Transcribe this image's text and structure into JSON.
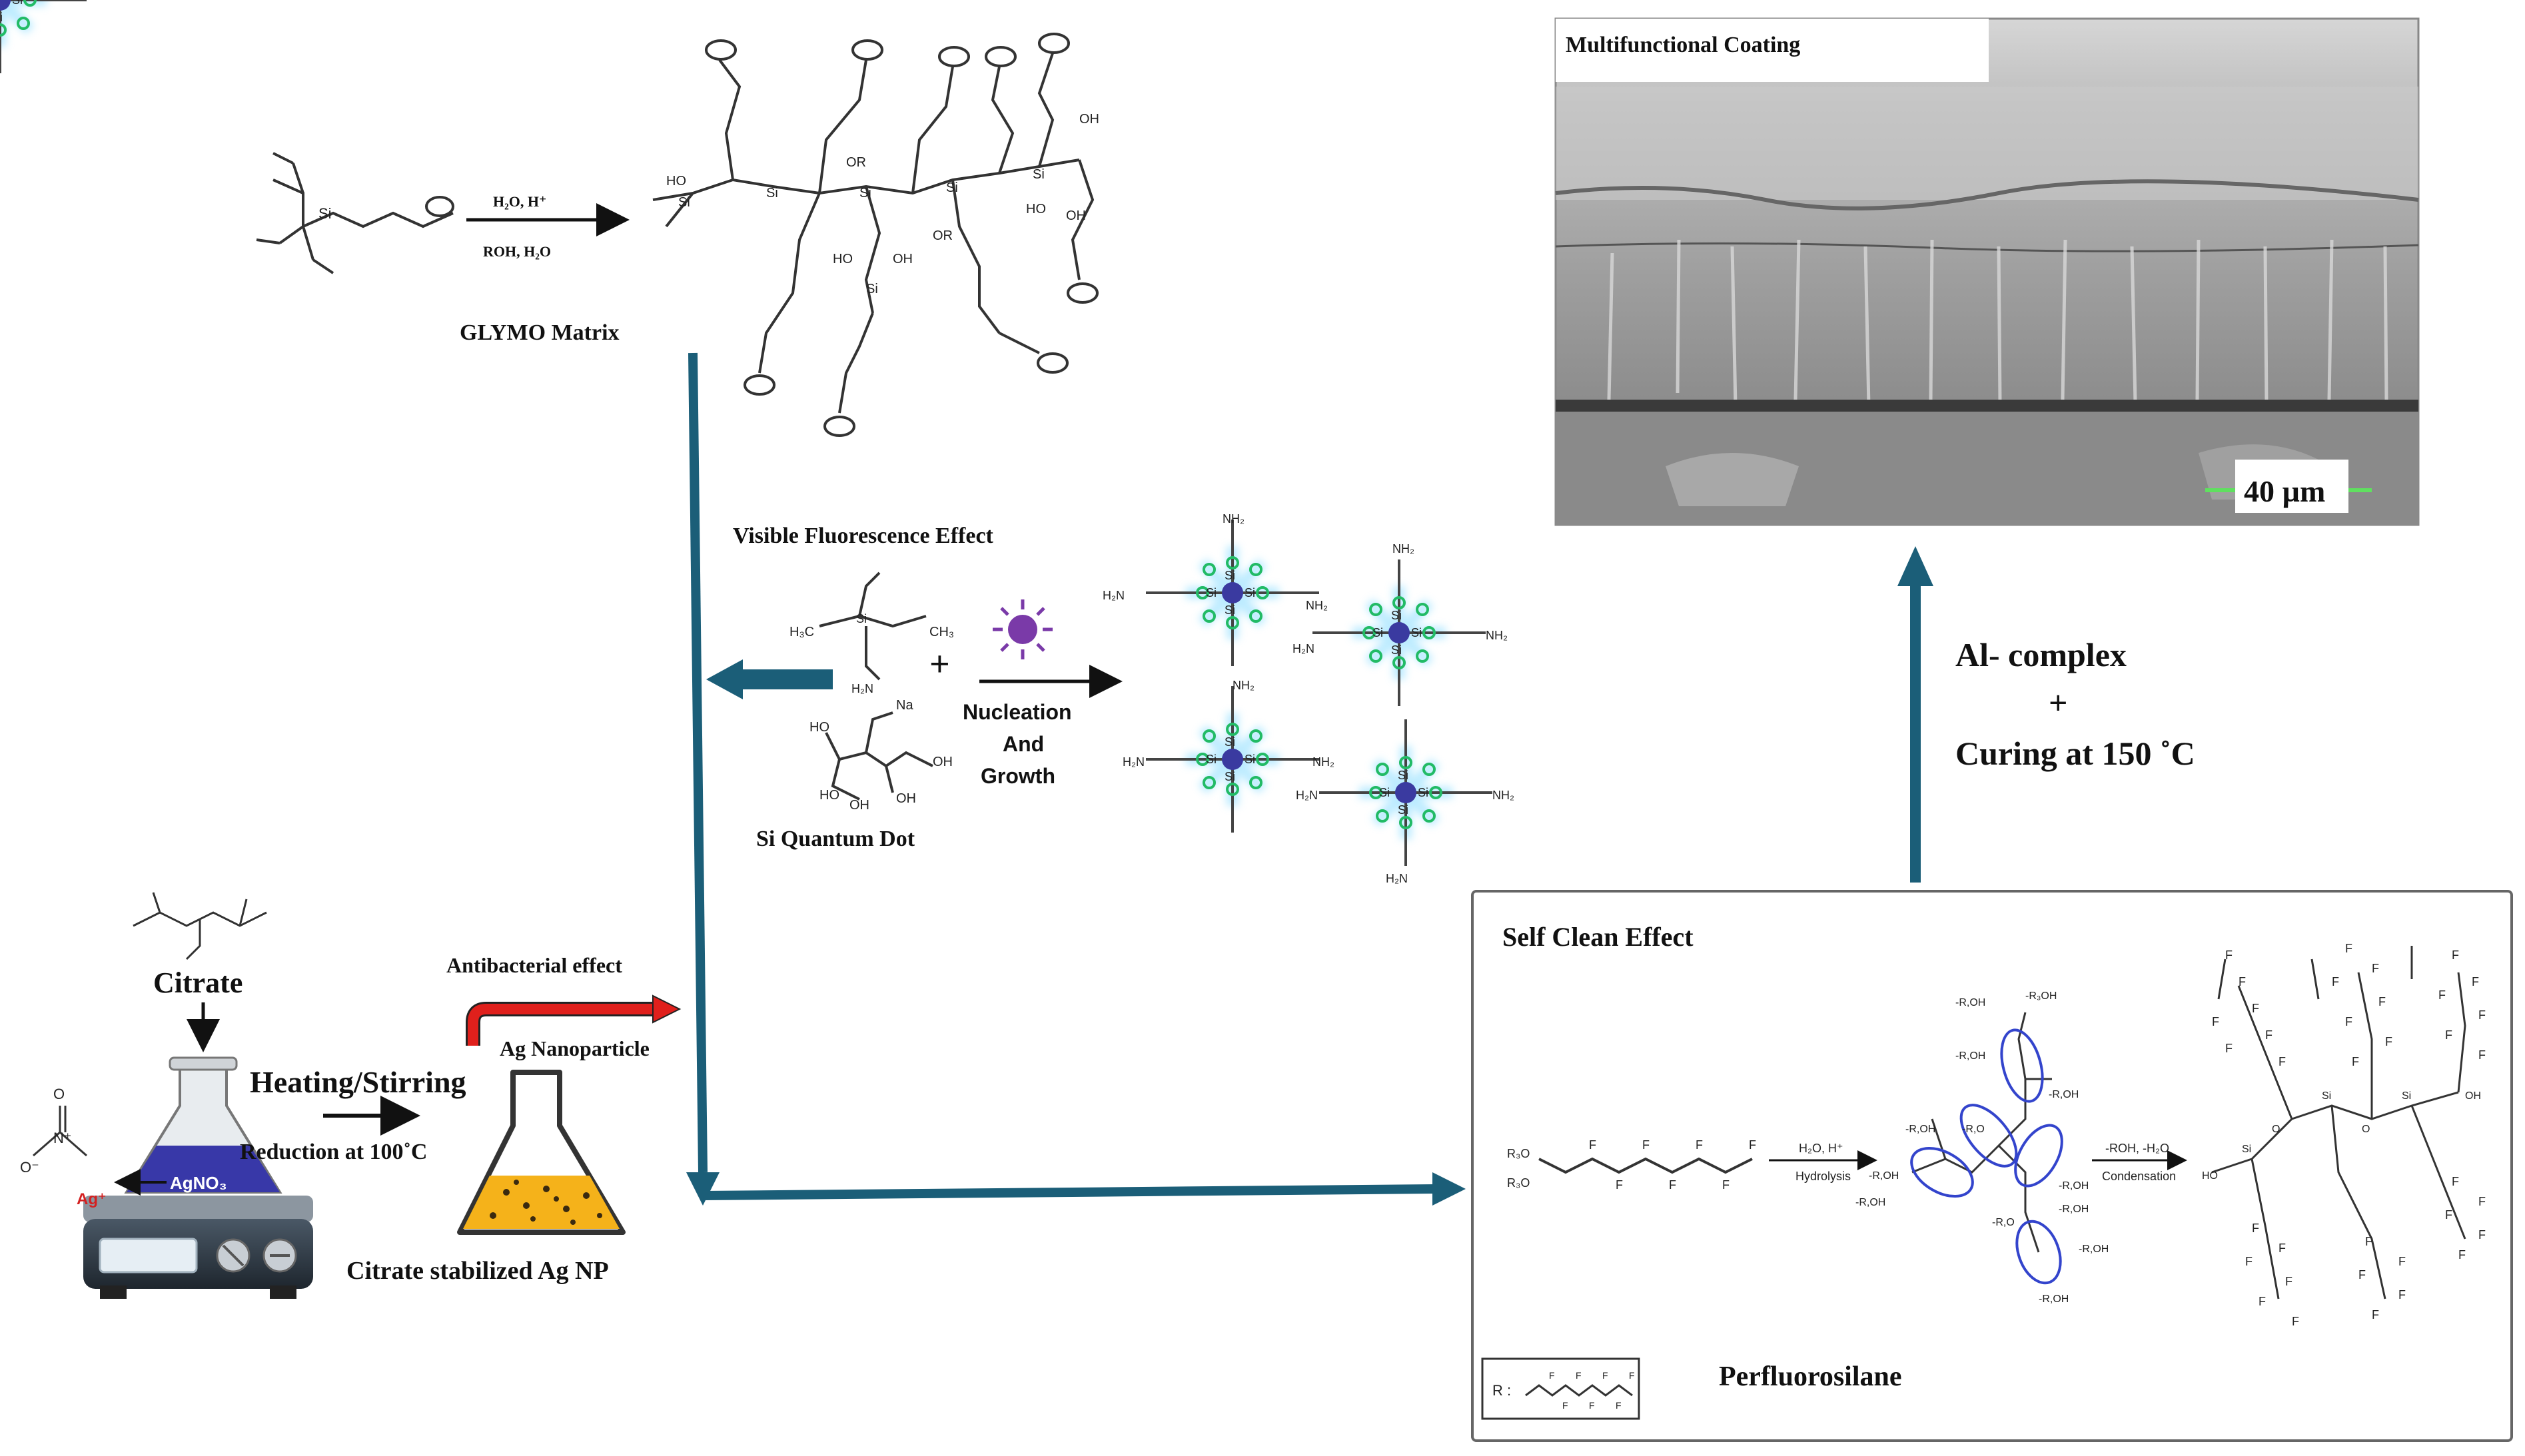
{
  "labels": {
    "glymo_matrix": "GLYMO Matrix",
    "glymo_top": "H₂O, H⁺",
    "glymo_bottom": "ROH, H₂O",
    "visible_fluorescence": "Visible Fluorescence Effect",
    "nucleation": "Nucleation",
    "and": "And",
    "growth": "Growth",
    "si_quantum_dot": "Si Quantum Dot",
    "citrate": "Citrate",
    "heating_stirring": "Heating/Stirring",
    "reduction": "Reduction at 100˚C",
    "agno3": "AgNO₃",
    "ag_plus": "Ag⁺",
    "antibacterial": "Antibacterial effect",
    "ag_nanoparticle": "Ag Nanoparticle",
    "citrate_agnp": "Citrate stabilized Ag NP",
    "multifunctional_coating": "Multifunctional Coating",
    "scale_bar": "40 µm",
    "al_complex": "Al- complex",
    "plus": "+",
    "curing": "Curing at 150 ˚C",
    "self_clean": "Self Clean Effect",
    "perfluorosilane": "Perfluorosilane",
    "hydrolysis_top": "H₂O, H⁺",
    "hydrolysis_bottom": "Hydrolysis",
    "condensation_top": "-ROH, -H₂O",
    "condensation_bottom": "Condensation",
    "r_key": "R :",
    "plus_reactants": "+"
  },
  "colors": {
    "flow_arrow": "#1b5e78",
    "red_arrow": "#e0201c",
    "amine_blue": "#2f3cd0",
    "fluorine_green": "#22b022",
    "hydroxyl_red": "#d42020",
    "flask_liquid": "#f5b21a",
    "agno3_liquid": "#3838a8"
  }
}
